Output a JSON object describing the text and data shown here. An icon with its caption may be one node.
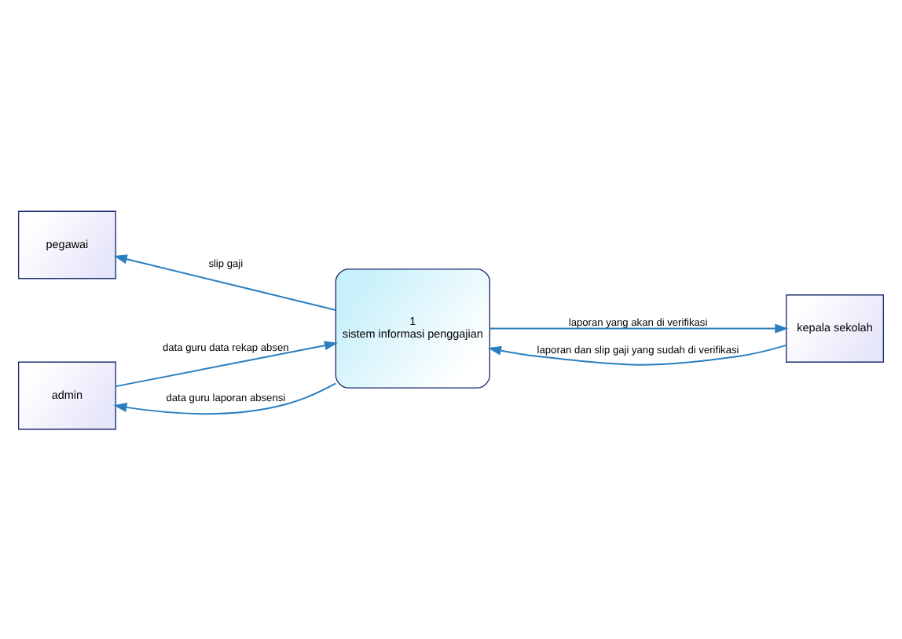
{
  "diagram": {
    "nodes": [
      {
        "text": [
          "pegawai"
        ]
      },
      {
        "text": [
          "kepala sekolah"
        ]
      },
      {
        "text": [
          "1",
          "sistem informasi penggajian"
        ]
      },
      {
        "text": [
          "admin"
        ]
      }
    ],
    "edges": [
      {
        "from": 2,
        "to": 0,
        "arrow": "to",
        "label": "slip gaji"
      },
      {
        "from": 2,
        "to": 1,
        "arrow": "to",
        "label": "laporan yang akan di verifikasi"
      },
      {
        "from": 1,
        "to": 2,
        "arrow": "to",
        "label": "laporan dan slip gaji yang sudah di verifikasi"
      },
      {
        "from": 3,
        "to": 2,
        "arrow": "to",
        "label": "data guru data rekap absen"
      },
      {
        "from": 2,
        "to": 3,
        "arrow": "to",
        "label": "data guru laporan absensi"
      }
    ]
  }
}
